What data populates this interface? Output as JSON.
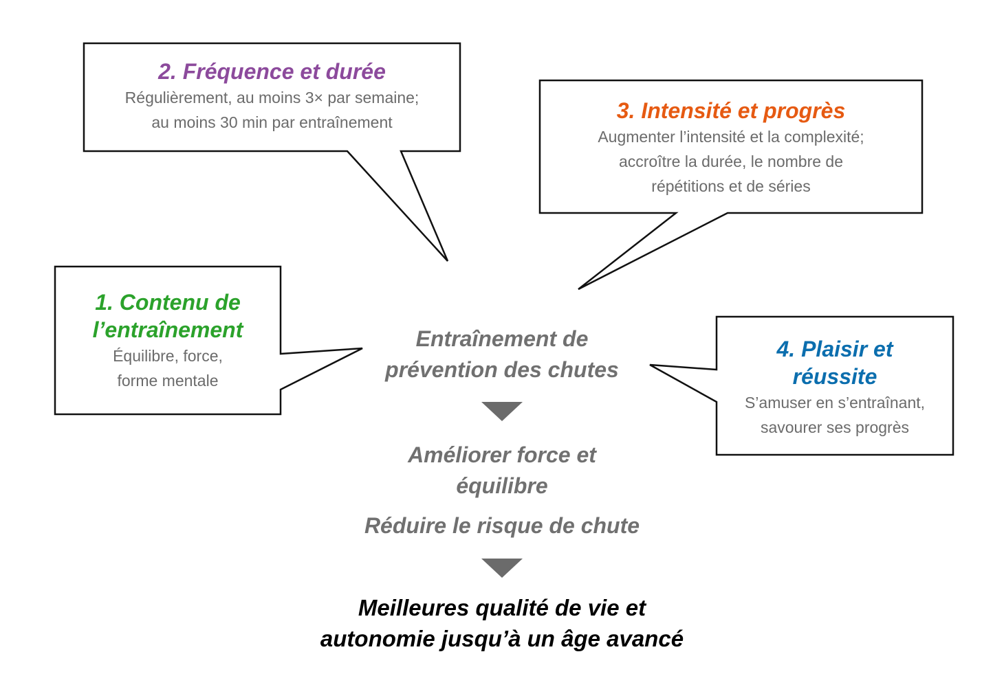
{
  "colors": {
    "purple": "#8c4a9c",
    "orange": "#e65a12",
    "green": "#2ba22b",
    "blue": "#0b6eae",
    "gray": "#707070"
  },
  "boxes": [
    {
      "title": "1. Contenu de l’entraînement",
      "title_lines": [
        "1. Contenu de",
        "l’entraînement"
      ],
      "body_lines": [
        "Équilibre, force,",
        "forme mentale"
      ]
    },
    {
      "title": "2. Fréquence et durée",
      "body_lines": [
        "Régulièrement, au moins 3× par semaine;",
        "au moins 30 min par entraînement"
      ]
    },
    {
      "title": "3. Intensité et progrès",
      "body_lines": [
        "Augmenter l’intensité et la complexité;",
        "accroître la durée, le nombre de",
        "répétitions et de séries"
      ]
    },
    {
      "title_lines": [
        "4. Plaisir et",
        "réussite"
      ],
      "body_lines": [
        "S’amuser en s’entraînant,",
        "savourer ses progrès"
      ]
    }
  ],
  "center": {
    "main_lines": [
      "Entraînement de",
      "prévention des chutes"
    ],
    "effect_lines": [
      "Améliorer force et",
      "équilibre"
    ],
    "effect2": "Réduire le risque de chute",
    "outcome_lines": [
      "Meilleures qualité de vie et",
      "autonomie jusqu’à un âge avancé"
    ]
  }
}
